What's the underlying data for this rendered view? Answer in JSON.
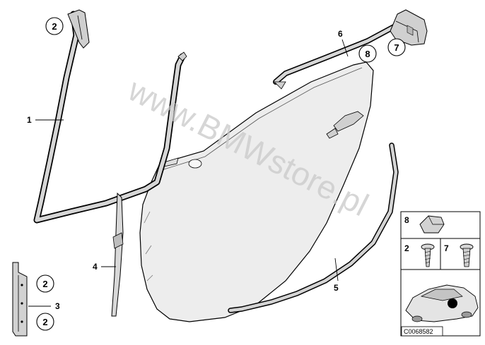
{
  "watermark": "www.BMWstore.pl",
  "diagram_code": "C0068582",
  "callouts": {
    "c1": "1",
    "c3": "3",
    "c4": "4",
    "c5": "5",
    "c6": "6"
  },
  "circled": {
    "c2_top": "2",
    "c8": "8",
    "c7": "7",
    "c2_mid": "2",
    "c2_low": "2"
  },
  "panel": {
    "label_8": "8",
    "label_2": "2",
    "label_7": "7"
  }
}
